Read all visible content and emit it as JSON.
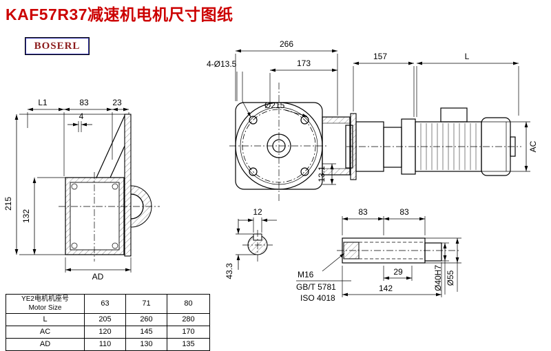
{
  "title": "KAF57R37减速机电机尺寸图纸",
  "logo": "BOSERL",
  "colors": {
    "title_red": "#cc0000",
    "logo_border_blue": "#3a3ab0",
    "logo_text_red": "#8b1a1a",
    "line_black": "#000000"
  },
  "drawing": {
    "front": {
      "width": "266",
      "inner": "173",
      "holes": "4-Ø13.5",
      "flange_dia": "Ø215",
      "step": "13.1"
    },
    "right": {
      "d157": "157",
      "dL": "L",
      "dAC": "AC"
    },
    "left": {
      "dL1": "L1",
      "d83": "83",
      "d23": "23",
      "d4": "4",
      "d215": "215",
      "d132": "132",
      "dAD": "AD"
    },
    "section": {
      "d12": "12",
      "d433": "43.3"
    },
    "shaft": {
      "d83a": "83",
      "d83b": "83",
      "thread": "M16",
      "std1": "GB/T 5781",
      "std2": "ISO 4018",
      "d29": "29",
      "d142": "142",
      "bore": "Ø40H7",
      "dia": "Ø55"
    }
  },
  "table": {
    "header_cn": "YE2电机机座号",
    "header_en": "Motor Size",
    "columns": [
      "63",
      "71",
      "80"
    ],
    "rows": [
      {
        "label": "L",
        "values": [
          "205",
          "260",
          "280"
        ]
      },
      {
        "label": "AC",
        "values": [
          "120",
          "145",
          "170"
        ]
      },
      {
        "label": "AD",
        "values": [
          "110",
          "130",
          "135"
        ]
      }
    ]
  }
}
